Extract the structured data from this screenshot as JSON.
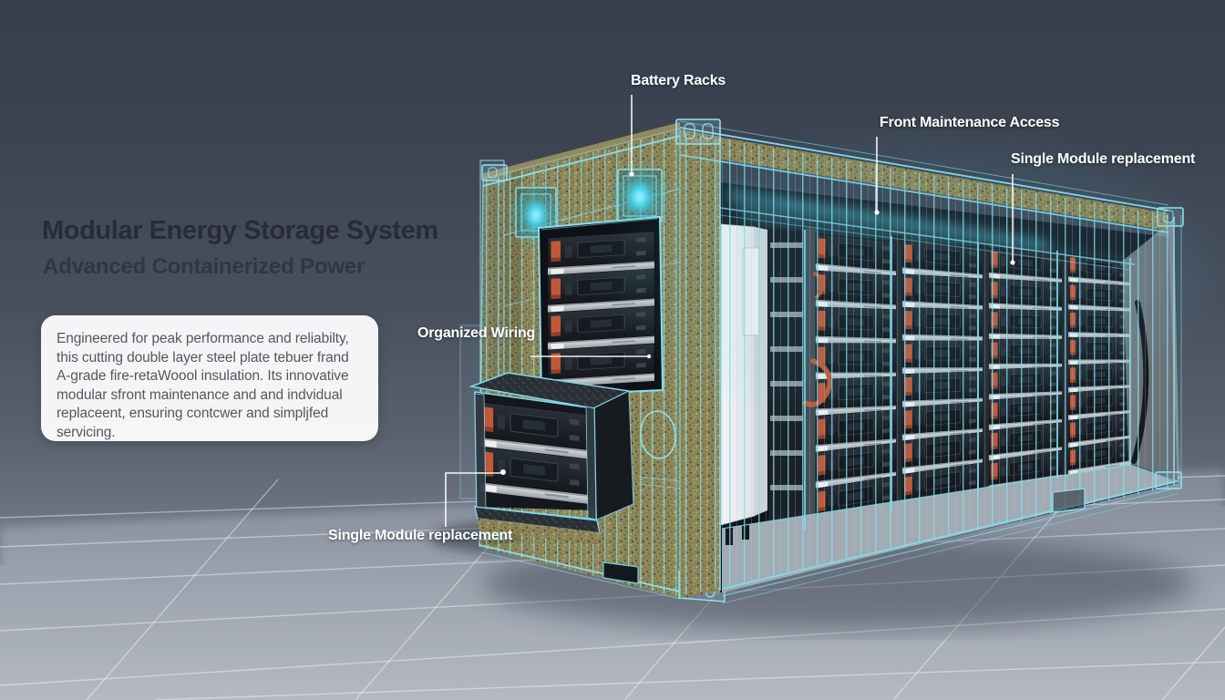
{
  "scene": {
    "name": "Containerized battery energy storage system wireframe illustration"
  },
  "header": {
    "title": "Modular Energy Storage System",
    "subtitle": "Advanced Containerized Power"
  },
  "description_box": {
    "text": "Engineered for peak performance and reliabilty, this cutting double layer steel plate tebuer frand A-grade fire-retaWoool insulation. Its innovative modular sfront maintenance and and indvidual replaceent, ensuring contcwer and simpljfed servicing."
  },
  "callouts": {
    "battery_racks": {
      "label": "Battery Racks"
    },
    "front_maintenance_access": {
      "label": "Front Maintenance Access"
    },
    "single_module_top": {
      "label": "Single Module replacement"
    },
    "organized_wiring": {
      "label": "Organized Wiring"
    },
    "single_module_bottom": {
      "label": "Single Module replacement"
    }
  },
  "colors": {
    "wireframe_cyan": "#7FDCEE",
    "glow_cyan": "#35D8F0",
    "insulation_olive": "#8C8355",
    "module_orange": "#C2583A",
    "title_text": "#272C35",
    "label_text": "#FFFFFF",
    "background_top": "#363D4C",
    "floor": "#A9AFBA"
  }
}
